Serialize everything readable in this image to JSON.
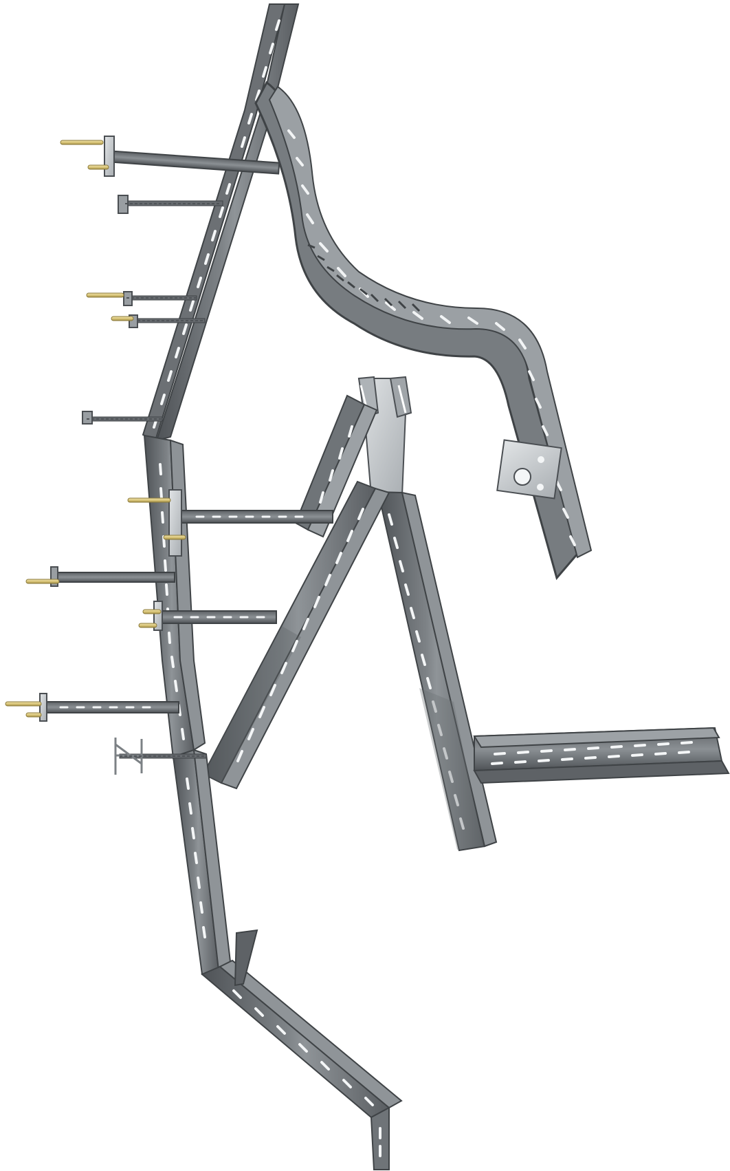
{
  "scene": {
    "subject": "cable-tray-system",
    "colors": {
      "background": "#ffffff",
      "steel_dark": "#55595d",
      "steel_mid": "#7d8286",
      "steel_light": "#b6bbbf",
      "steel_highlight": "#d6dadd",
      "hole": "#f4f6f7",
      "bolt": "#d8c47a",
      "bolt_shadow": "#9f8c45"
    },
    "components": [
      "cable-tray-main-run",
      "cable-tray-s-bend",
      "cable-tray-tee",
      "cable-tray-y-branch",
      "cable-tray-horizontal-branch",
      "support-bracket",
      "anchor-bolt",
      "threaded-rod-hanger",
      "splice-plate"
    ]
  }
}
